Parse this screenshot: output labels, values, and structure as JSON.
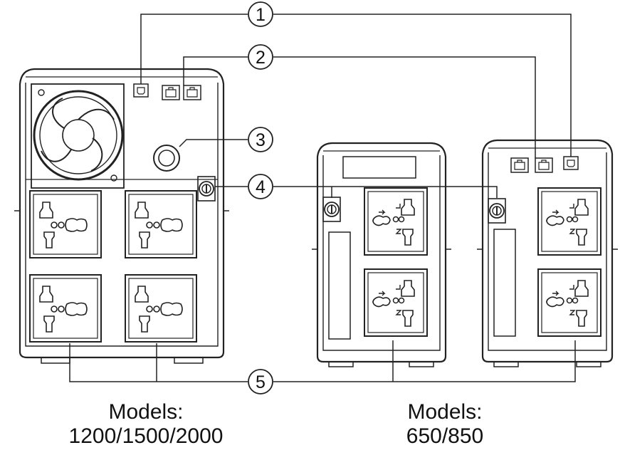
{
  "callouts": [
    "1",
    "2",
    "3",
    "4",
    "5"
  ],
  "captions": {
    "left": {
      "line1": "Models:",
      "line2": "1200/1500/2000"
    },
    "right": {
      "line1": "Models:",
      "line2": "650/850"
    }
  },
  "colors": {
    "stroke": "#222222",
    "background": "#ffffff"
  }
}
